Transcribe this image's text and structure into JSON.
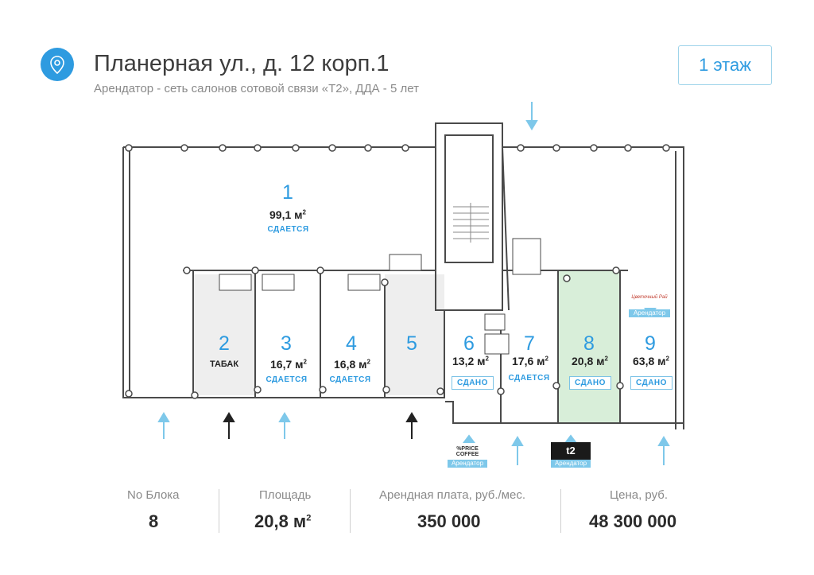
{
  "header": {
    "title": "Планерная ул., д. 12 корп.1",
    "subtitle": "Арендатор - сеть салонов сотовой связи «Т2», ДДА - 5 лет",
    "floor_button": "1 этаж",
    "pin_icon": "location-pin-icon"
  },
  "units": [
    {
      "num": "1",
      "area": "99,1 м",
      "sup": "2",
      "status": "СДАЕТСЯ"
    },
    {
      "num": "2",
      "label": "ТАБАК"
    },
    {
      "num": "3",
      "area": "16,7 м",
      "sup": "2",
      "status": "СДАЕТСЯ"
    },
    {
      "num": "4",
      "area": "16,8 м",
      "sup": "2",
      "status": "СДАЕТСЯ"
    },
    {
      "num": "5"
    },
    {
      "num": "6",
      "area": "13,2 м",
      "sup": "2",
      "status": "СДАНО"
    },
    {
      "num": "7",
      "area": "17,6 м",
      "sup": "2",
      "status": "СДАЕТСЯ"
    },
    {
      "num": "8",
      "area": "20,8 м",
      "sup": "2",
      "status": "СДАНО"
    },
    {
      "num": "9",
      "area": "63,8 м",
      "sup": "2",
      "status": "СДАНО"
    }
  ],
  "tenant_logos": {
    "price_coffee": "%PRICE COFFEE",
    "t2": "t2",
    "unit9_logo": "Цветочный Рай",
    "tenant_label": "Арендатор"
  },
  "stats": {
    "block_label": "No Блока",
    "block_value": "8",
    "area_label": "Площадь",
    "area_value": "20,8 м",
    "area_sup": "2",
    "rent_label": "Арендная плата, руб./мес.",
    "rent_value": "350 000",
    "price_label": "Цена, руб.",
    "price_value": "48 300 000"
  },
  "colors": {
    "accent": "#2e9be0",
    "highlight_unit": "#d8eed9",
    "wall": "#4a4a4a",
    "arrow_light": "#7ec8ea"
  }
}
